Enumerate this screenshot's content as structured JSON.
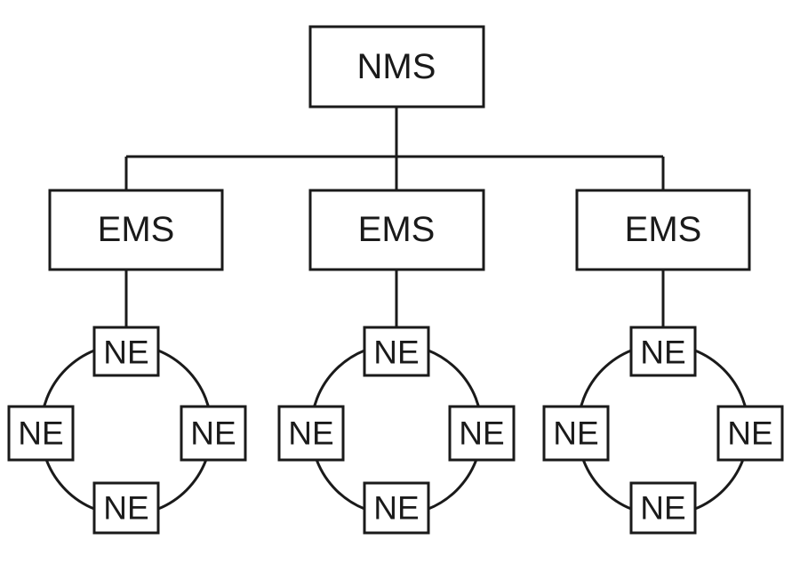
{
  "root": {
    "label": "NMS"
  },
  "managers": [
    {
      "label": "EMS",
      "ring": {
        "top": "NE",
        "left": "NE",
        "right": "NE",
        "bottom": "NE"
      }
    },
    {
      "label": "EMS",
      "ring": {
        "top": "NE",
        "left": "NE",
        "right": "NE",
        "bottom": "NE"
      }
    },
    {
      "label": "EMS",
      "ring": {
        "top": "NE",
        "left": "NE",
        "right": "NE",
        "bottom": "NE"
      }
    }
  ],
  "colors": {
    "stroke": "#1a1a1a",
    "background": "#ffffff"
  }
}
